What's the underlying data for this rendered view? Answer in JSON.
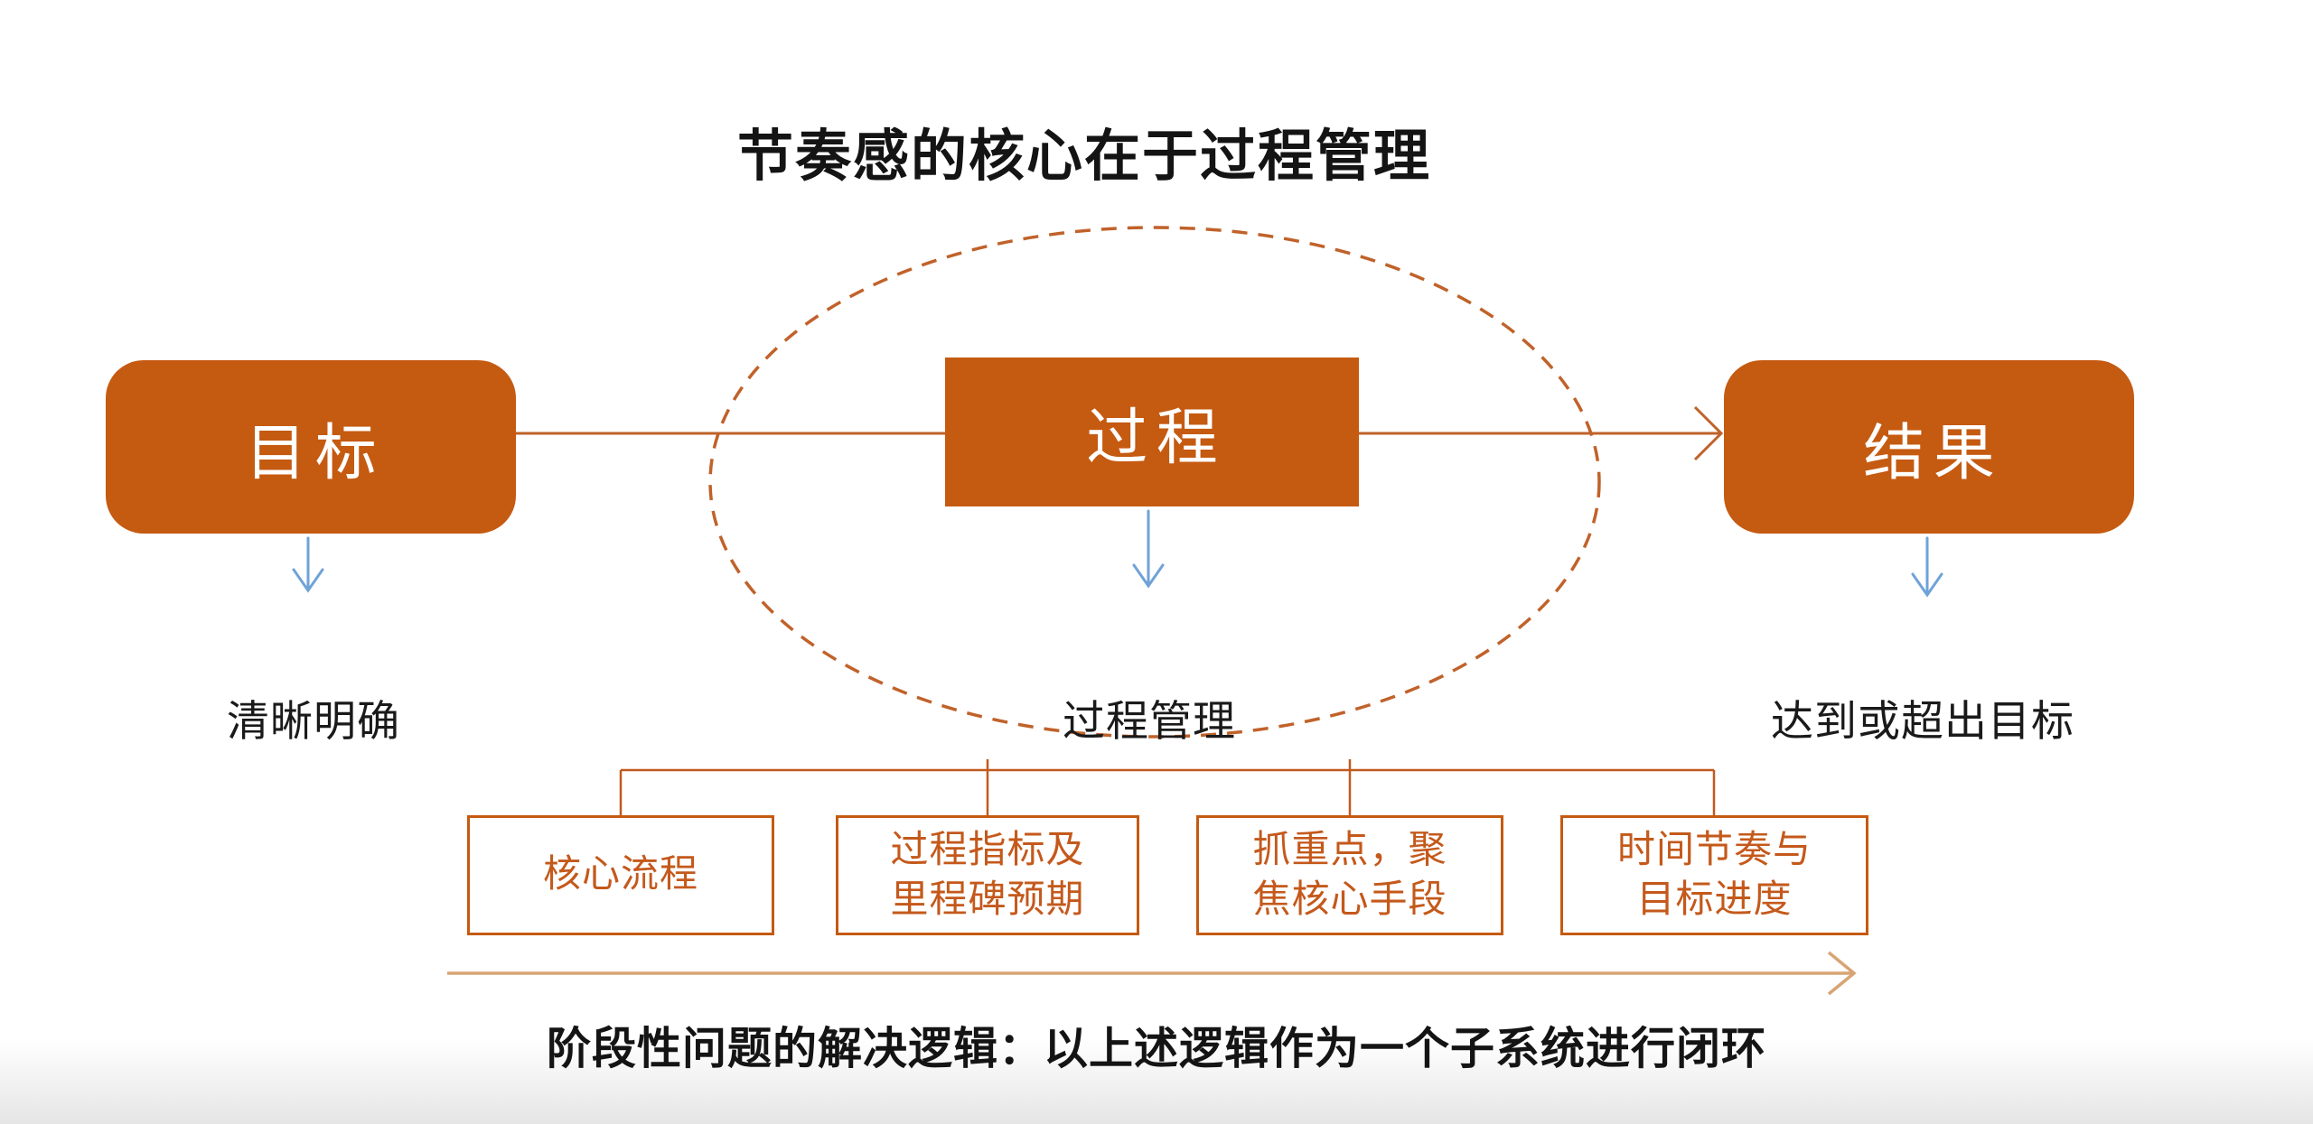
{
  "title": "节奏感的核心在于过程管理",
  "flow": {
    "goal": {
      "label": "目标",
      "caption": "清晰明确"
    },
    "process": {
      "label": "过程",
      "caption": "过程管理"
    },
    "result": {
      "label": "结果",
      "caption": "达到或超出目标"
    }
  },
  "process_factors": [
    {
      "label": "核心流程"
    },
    {
      "label": "过程指标及\n里程碑预期"
    },
    {
      "label": "抓重点，聚\n焦核心手段"
    },
    {
      "label": "时间节奏与\n目标进度"
    }
  ],
  "footer_note": "阶段性问题的解决逻辑：以上述逻辑作为一个子系统进行闭环",
  "colors": {
    "box_fill": "#C55A11",
    "box_text": "#FFFFFF",
    "flow_line_orange": "#C0622A",
    "ellipse_dash_orange": "#C0622A",
    "connector_orange": "#C05A1E",
    "factor_border": "#C55A11",
    "factor_text": "#C4591B",
    "arrow_blue": "#6FA3D8",
    "phase_arrow_tan": "#D9A474",
    "text_dark": "#141414"
  }
}
